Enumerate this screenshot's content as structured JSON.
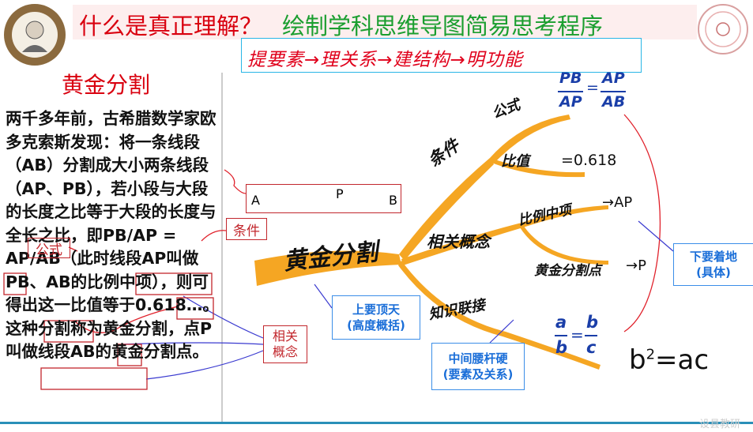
{
  "title": {
    "part1": "什么是真正理解？",
    "part2": "绘制学科思维导图简易思考程序"
  },
  "process": "提要素→理关系→建结构→明功能",
  "section_title": "黄金分割",
  "body_text": "两千多年前，古希腊数学家欧多克索斯发现：将一条线段（AB）分割成大小两条线段（AP、PB），若小段与大段的长度之比等于大段的长度与全长之比，即PB/AP = AP/AB（此时线段AP叫做PB、AB的比例中项），则可得出这一比值等于0.618…。这种分割称为黄金分割，点P叫做线段AB的黄金分割点。",
  "segment": {
    "a": "A",
    "p": "P",
    "b": "B"
  },
  "labels": {
    "condition": "条件",
    "formula": "公式",
    "related_l1": "相关",
    "related_l2": "概念"
  },
  "mind_map": {
    "root": "黄金分割",
    "branch_condition": "条件",
    "leaf_formula": "公式",
    "leaf_ratio": "比值",
    "ratio_value": "=0.618",
    "branch_related": "相关概念",
    "leaf_mean": "比例中项",
    "mean_value": "→AP",
    "leaf_point": "黄金分割点",
    "point_value": "→P",
    "branch_link": "知识联接",
    "formula_pb": "PB",
    "formula_ap": "AP",
    "formula_ab": "AB",
    "frac_a": "a",
    "frac_b": "b",
    "frac_c": "c",
    "b2_base": "b",
    "b2_exp": "2",
    "b2_rest": "=ac"
  },
  "boxes": {
    "top_l1": "上要顶天",
    "top_l2": "(高度概括)",
    "mid_l1": "中间腰杆硬",
    "mid_l2": "(要素及关系)",
    "bottom_l1": "下要着地",
    "bottom_l2": "(具体)"
  },
  "watermark": "设县教研"
}
